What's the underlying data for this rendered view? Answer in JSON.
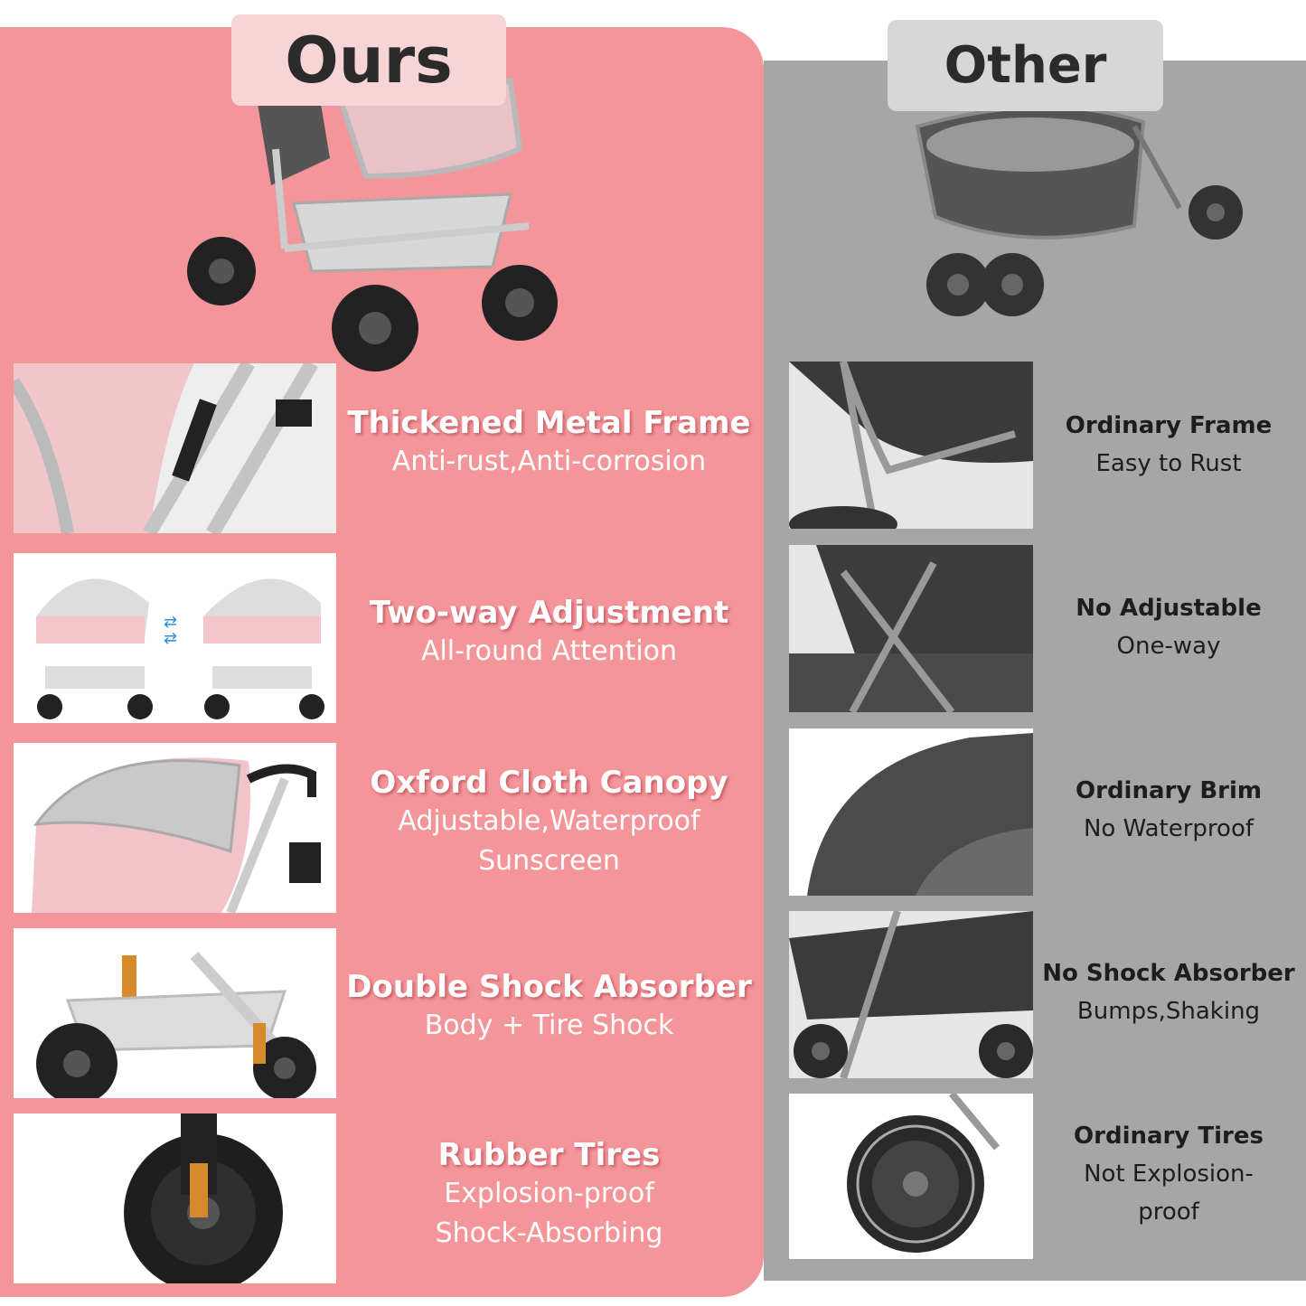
{
  "header": {
    "ours_label": "Ours",
    "other_label": "Other"
  },
  "colors": {
    "ours_panel": "#f4959a",
    "other_panel": "#a6a6a6",
    "ours_tab": "#f7d5d7",
    "other_tab": "#d7d7d7"
  },
  "ours": {
    "features": [
      {
        "title": "Thickened Metal Frame",
        "lines": [
          "Anti-rust,Anti-corrosion"
        ],
        "image": "metal-frame-photo"
      },
      {
        "title": "Two-way Adjustment",
        "lines": [
          "All-round Attention"
        ],
        "image": "two-way-adjustment-photo"
      },
      {
        "title": "Oxford Cloth Canopy",
        "lines": [
          "Adjustable,Waterproof",
          "Sunscreen"
        ],
        "image": "canopy-photo"
      },
      {
        "title": "Double Shock Absorber",
        "lines": [
          "Body + Tire Shock"
        ],
        "image": "shock-absorber-photo"
      },
      {
        "title": "Rubber Tires",
        "lines": [
          "Explosion-proof",
          "Shock-Absorbing"
        ],
        "image": "rubber-tire-photo"
      }
    ]
  },
  "other": {
    "features": [
      {
        "title": "Ordinary Frame",
        "lines": [
          "Easy to Rust"
        ],
        "image": "ordinary-frame-photo"
      },
      {
        "title": "No Adjustable",
        "lines": [
          "One-way"
        ],
        "image": "one-way-photo"
      },
      {
        "title": "Ordinary Brim",
        "lines": [
          "No Waterproof"
        ],
        "image": "ordinary-brim-photo"
      },
      {
        "title": "No Shock Absorber",
        "lines": [
          "Bumps,Shaking"
        ],
        "image": "no-shock-photo"
      },
      {
        "title": "Ordinary Tires",
        "lines": [
          "Not Explosion-",
          "proof"
        ],
        "image": "ordinary-tire-photo"
      }
    ]
  }
}
